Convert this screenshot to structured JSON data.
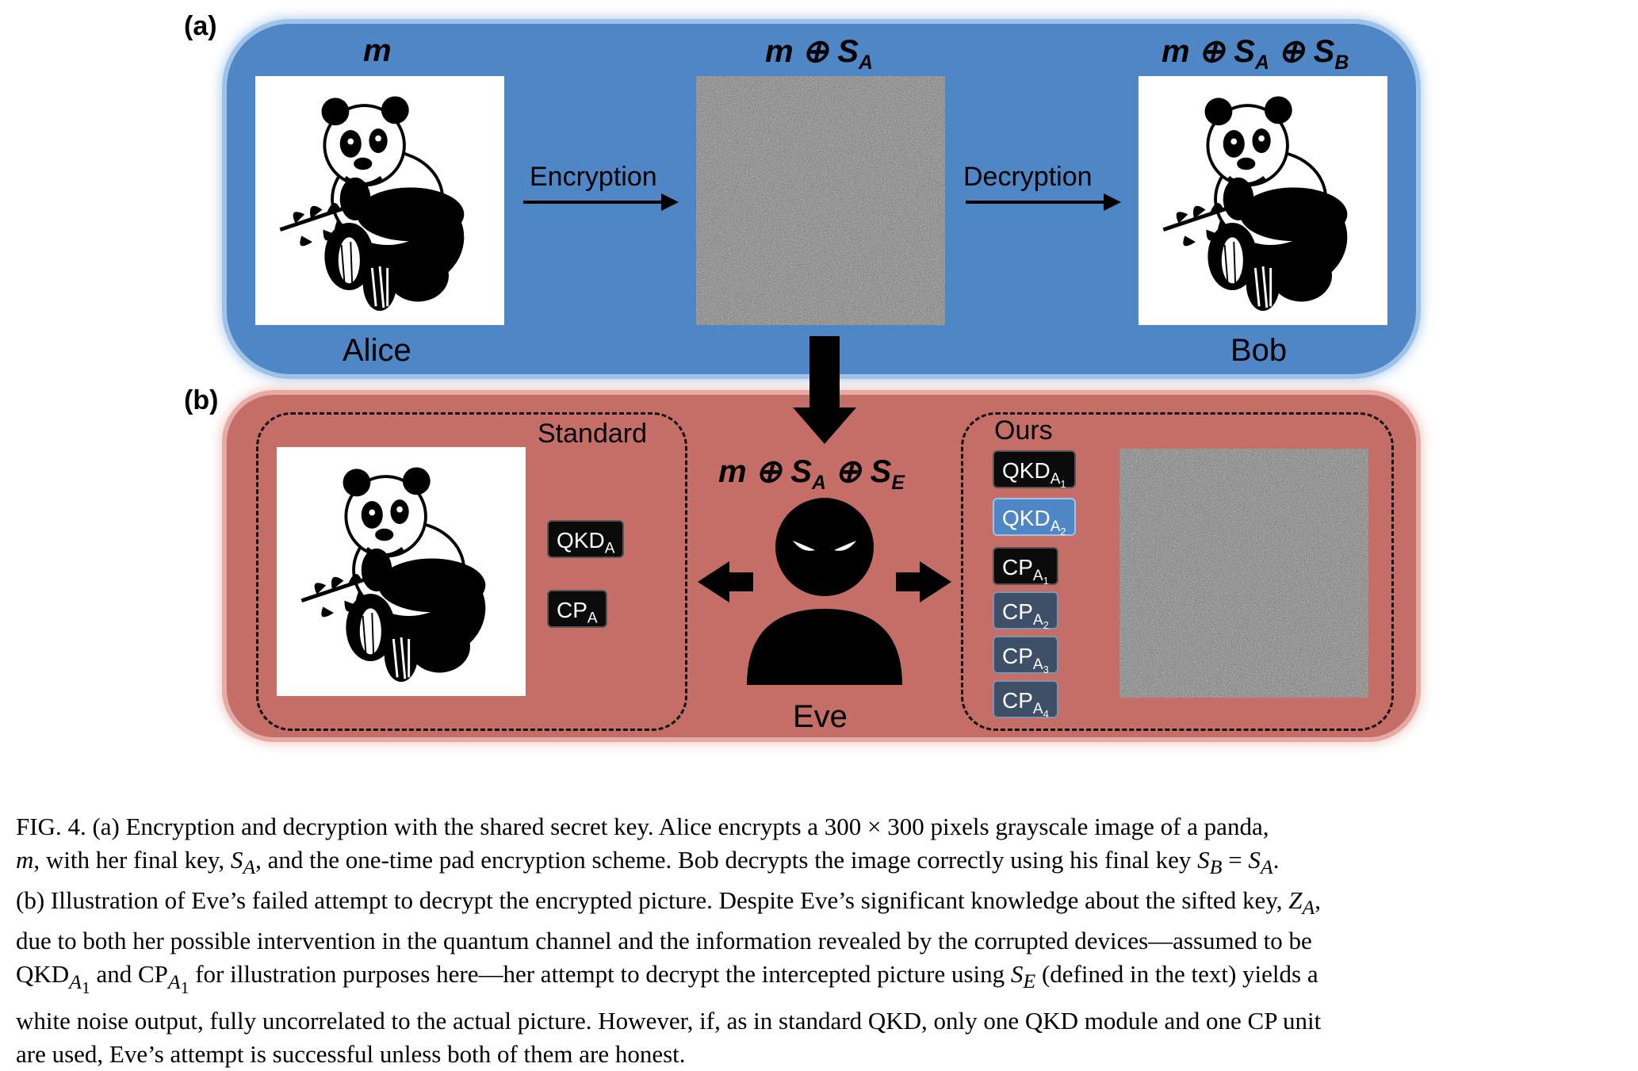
{
  "figure": {
    "panel_a_label": "(a)",
    "panel_b_label": "(b)",
    "header_left": "m",
    "header_mid": "m ⊕ S",
    "header_mid_sub": "A",
    "header_right": "m ⊕ S",
    "header_right_sub": "A",
    "header_right_2": " ⊕ S",
    "header_right_sub2": "B",
    "alice_label": "Alice",
    "bob_label": "Bob",
    "encryption_label": "Encryption",
    "decryption_label": "Decryption",
    "standard_label": "Standard",
    "ours_label": "Ours",
    "eve_header": "m ⊕ S",
    "eve_header_sub": "A",
    "eve_header_2": " ⊕ S",
    "eve_header_sub2": "E",
    "eve_label": "Eve",
    "standard_chips": [
      {
        "base": "QKD",
        "sub": "A",
        "subsub": ""
      },
      {
        "base": "CP",
        "sub": "A",
        "subsub": ""
      }
    ],
    "ours_chips": [
      {
        "base": "QKD",
        "sub": "A",
        "subsub": "1",
        "style": "black"
      },
      {
        "base": "QKD",
        "sub": "A",
        "subsub": "2",
        "style": "blue"
      },
      {
        "base": "CP",
        "sub": "A",
        "subsub": "1",
        "style": "black"
      },
      {
        "base": "CP",
        "sub": "A",
        "subsub": "2",
        "style": "slate"
      },
      {
        "base": "CP",
        "sub": "A",
        "subsub": "3",
        "style": "slate"
      },
      {
        "base": "CP",
        "sub": "A",
        "subsub": "4",
        "style": "slate"
      }
    ]
  },
  "caption": {
    "line1": "FIG. 4.   (a) Encryption and decryption with the shared secret key. Alice encrypts a 300 × 300 pixels grayscale image of a panda,",
    "line2a": "m",
    "line2b": ", with her final key, ",
    "line2c": "S",
    "line2c_sub": "A",
    "line2d": ", and the one-time pad encryption scheme. Bob decrypts the image correctly using his final key ",
    "line2e": "S",
    "line2e_sub": "B",
    "line2f": " = ",
    "line2g": "S",
    "line2g_sub": "A",
    "line2h": ".",
    "line3": "(b) Illustration of Eve’s failed attempt to decrypt the encrypted picture. Despite Eve’s significant knowledge about the sifted key, ",
    "line3_z": "Z",
    "line3_zsub": "A",
    "line3_end": ",",
    "line4": "due to both her possible intervention in the quantum channel and the information revealed by the corrupted devices—assumed to be",
    "line5a": "QKD",
    "line5a_sub": "A",
    "line5a_subsub": "1",
    "line5b": " and CP",
    "line5b_sub": "A",
    "line5b_subsub": "1",
    "line5c": " for illustration purposes here—her attempt to decrypt the intercepted picture using ",
    "line5d": "S",
    "line5d_sub": "E",
    "line5e": " (defined in the text) yields a",
    "line6": "white noise output, fully uncorrelated to the actual picture. However, if, as in standard QKD, only one QKD module and one CP unit",
    "line7": "are used, Eve’s attempt is successful unless both of them are honest."
  }
}
